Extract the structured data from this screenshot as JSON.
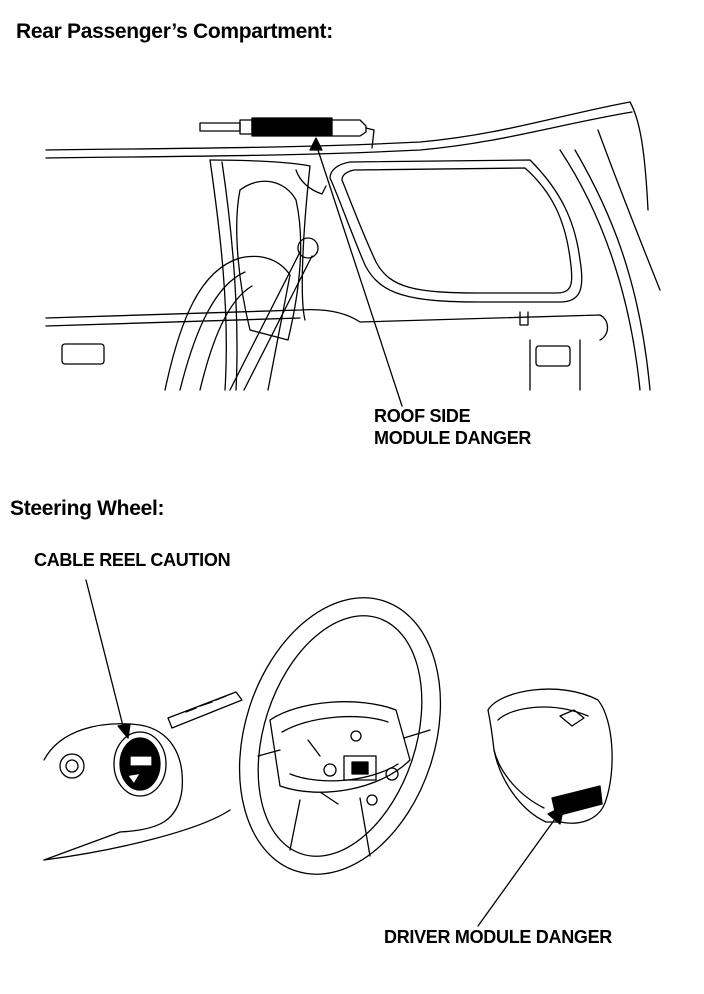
{
  "sections": {
    "rear": {
      "heading": "Rear Passenger’s Compartment:"
    },
    "steering": {
      "heading": "Steering Wheel:"
    }
  },
  "labels": {
    "roof_side_line1": "ROOF SIDE",
    "roof_side_line2": "MODULE DANGER",
    "cable_reel": "CABLE REEL CAUTION",
    "driver_module": "DRIVER MODULE DANGER"
  },
  "colors": {
    "ink": "#000000",
    "paper": "#ffffff"
  }
}
